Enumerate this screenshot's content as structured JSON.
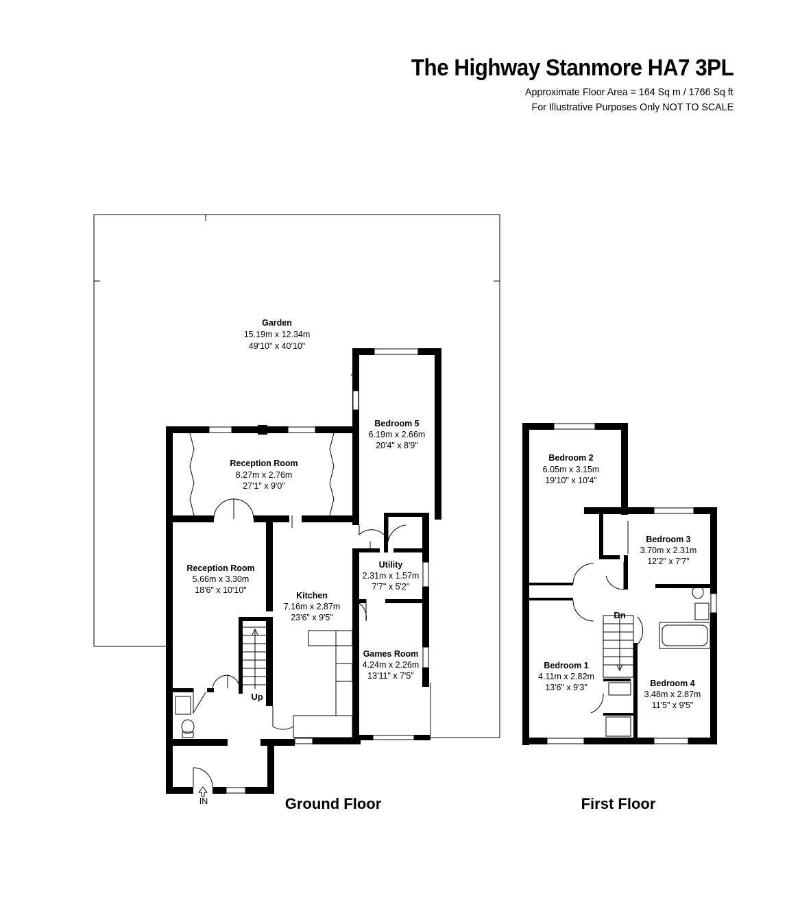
{
  "header": {
    "title": "The Highway Stanmore HA7 3PL",
    "area": "Approximate Floor Area = 164 Sq m / 1766 Sq ft",
    "disclaimer": "For Illustrative Purposes Only NOT TO SCALE"
  },
  "floors": {
    "ground": "Ground Floor",
    "first": "First Floor"
  },
  "rooms": {
    "garden": {
      "name": "Garden",
      "metric": "15.19m x 12.34m",
      "imperial": "49'10\" x 40'10\""
    },
    "reception_top": {
      "name": "Reception Room",
      "metric": "8.27m x 2.76m",
      "imperial": "27'1\" x 9'0\""
    },
    "reception_left": {
      "name": "Reception Room",
      "metric": "5.66m x 3.30m",
      "imperial": "18'6\" x 10'10\""
    },
    "kitchen": {
      "name": "Kitchen",
      "metric": "7.16m x 2.87m",
      "imperial": "23'6\" x 9'5\""
    },
    "bedroom5": {
      "name": "Bedroom 5",
      "metric": "6.19m x 2.66m",
      "imperial": "20'4\" x 8'9\""
    },
    "utility": {
      "name": "Utility",
      "metric": "2.31m x 1.57m",
      "imperial": "7'7\" x 5'2\""
    },
    "games": {
      "name": "Games Room",
      "metric": "4.24m x 2.26m",
      "imperial": "13'11\" x 7'5\""
    },
    "bedroom2": {
      "name": "Bedroom 2",
      "metric": "6.05m x 3.15m",
      "imperial": "19'10\" x 10'4\""
    },
    "bedroom3": {
      "name": "Bedroom 3",
      "metric": "3.70m x 2.31m",
      "imperial": "12'2\" x 7'7\""
    },
    "bedroom1": {
      "name": "Bedroom 1",
      "metric": "4.11m x 2.82m",
      "imperial": "13'6\" x 9'3\""
    },
    "bedroom4": {
      "name": "Bedroom 4",
      "metric": "3.48m x 2.87m",
      "imperial": "11'5\" x 9'5\""
    }
  },
  "labels": {
    "up": "Up",
    "down": "Dn",
    "entrance": "IN"
  }
}
